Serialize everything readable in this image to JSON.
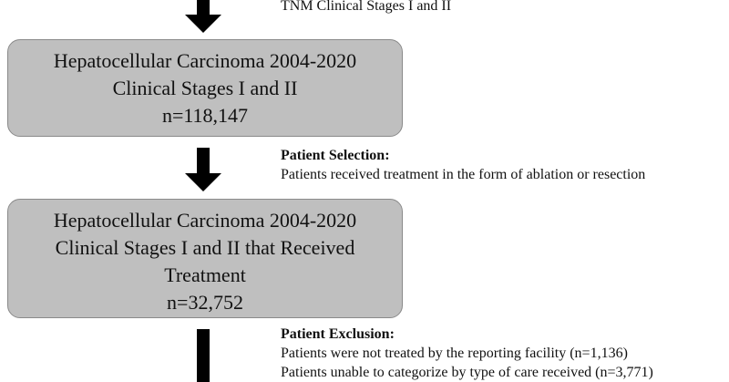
{
  "top_note": {
    "text": "TNM Clinical Stages I and II"
  },
  "box1": {
    "lines": [
      "Hepatocellular Carcinoma 2004-2020",
      "Clinical Stages I and II",
      "n=118,147"
    ]
  },
  "selection": {
    "heading": "Patient Selection:",
    "lines": [
      "Patients received treatment in the form of ablation or resection"
    ]
  },
  "box2": {
    "lines": [
      "Hepatocellular Carcinoma 2004-2020",
      "Clinical Stages I and II that Received",
      "Treatment",
      "n=32,752"
    ]
  },
  "exclusion": {
    "heading": "Patient Exclusion:",
    "lines": [
      "Patients were not treated by the reporting facility (n=1,136)",
      "Patients unable to categorize by type of care received (n=3,771)"
    ]
  },
  "colors": {
    "box_fill": "#bfbfbf",
    "arrow": "#000000"
  }
}
